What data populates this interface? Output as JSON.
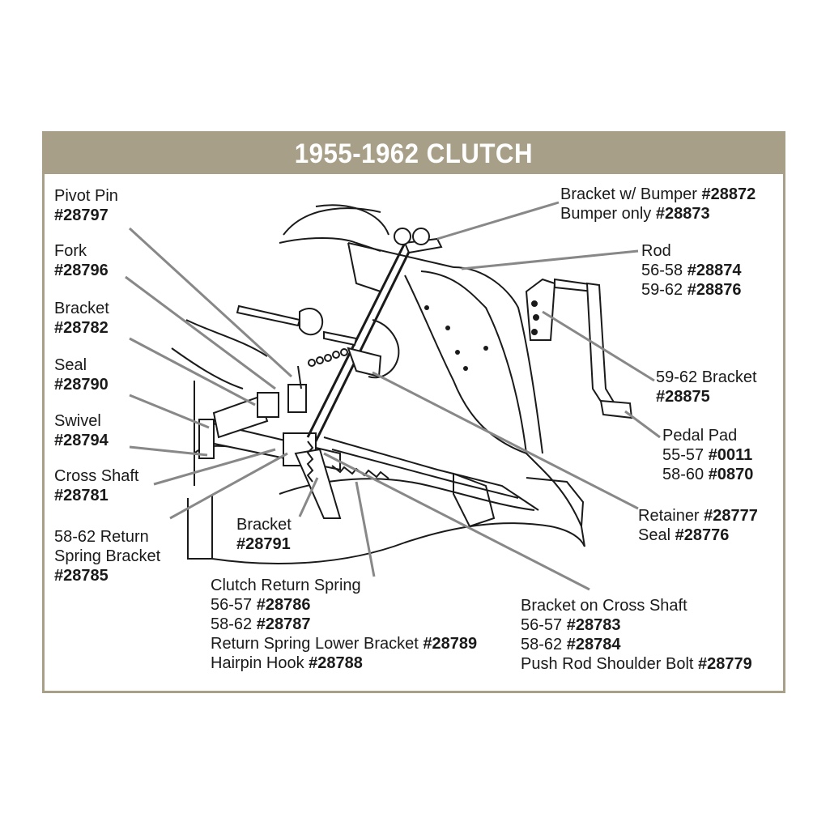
{
  "title": "1955-1962 CLUTCH",
  "colors": {
    "frame": "#a79f87",
    "title_text": "#ffffff",
    "line": "#1a1a1a",
    "leader": "#888888"
  },
  "labels": {
    "pivot_pin": {
      "name": "Pivot Pin",
      "part": "#28797"
    },
    "fork": {
      "name": "Fork",
      "part": "#28796"
    },
    "bracket": {
      "name": "Bracket",
      "part": "#28782"
    },
    "seal": {
      "name": "Seal",
      "part": "#28790"
    },
    "swivel": {
      "name": "Swivel",
      "part": "#28794"
    },
    "cross_shaft": {
      "name": "Cross Shaft",
      "part": "#28781"
    },
    "return_spring_bracket": {
      "name1": "58-62 Return",
      "name2": "Spring Bracket",
      "part": "#28785"
    },
    "bracket_28791": {
      "name": "Bracket",
      "part": "#28791"
    },
    "clutch_return_spring": {
      "name": "Clutch Return Spring",
      "y1": "56-57",
      "p1": "#28786",
      "y2": "58-62",
      "p2": "#28787",
      "lower_bracket": "Return Spring Lower Bracket",
      "p3": "#28789",
      "hairpin": "Hairpin Hook",
      "p4": "#28788"
    },
    "bracket_on_cross_shaft": {
      "name": "Bracket on Cross Shaft",
      "y1": "56-57",
      "p1": "#28783",
      "y2": "58-62",
      "p2": "#28784",
      "bolt": "Push Rod Shoulder Bolt",
      "p3": "#28779"
    },
    "bracket_bumper": {
      "name": "Bracket w/ Bumper",
      "p1": "#28872",
      "bumper": "Bumper only",
      "p2": "#28873"
    },
    "rod": {
      "name": "Rod",
      "y1": "56-58",
      "p1": "#28874",
      "y2": "59-62",
      "p2": "#28876"
    },
    "bracket_59_62": {
      "name": "59-62 Bracket",
      "part": "#28875"
    },
    "pedal_pad": {
      "name": "Pedal Pad",
      "y1": "55-57",
      "p1": "#0011",
      "y2": "58-60",
      "p2": "#0870"
    },
    "retainer": {
      "name": "Retainer",
      "p1": "#28777",
      "seal": "Seal",
      "p2": "#28776"
    }
  }
}
